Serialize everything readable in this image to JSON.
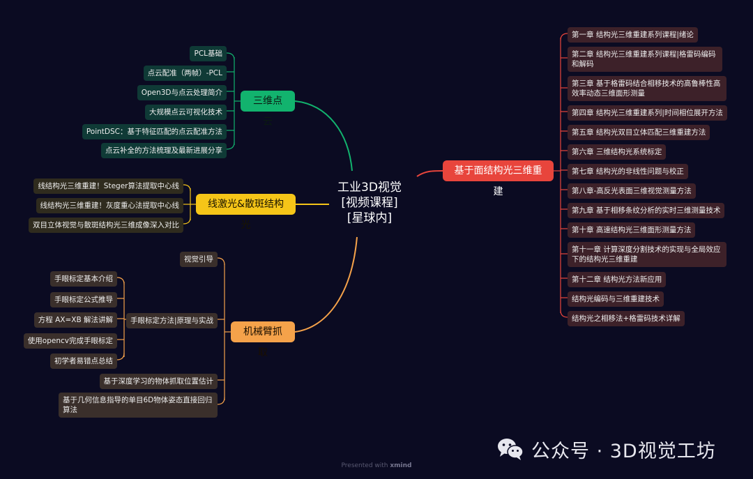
{
  "root": {
    "title": "工业3D视觉\n[视频课程]\n[星球内]"
  },
  "branches": {
    "point_cloud": {
      "label": "三维点云",
      "items": [
        "PCL基础",
        "点云配准（两帧）-PCL",
        "Open3D与点云处理简介",
        "大规模点云可视化技术",
        "PointDSC：基于特征匹配的点云配准方法",
        "点云补全的方法梳理及最新进展分享"
      ]
    },
    "line_laser": {
      "label": "线激光&散斑结构光",
      "items": [
        "线结构光三维重建！Steger算法提取中心线",
        "线结构光三维重建！灰度重心法提取中心线",
        "双目立体视觉与散斑结构光三维成像深入对比"
      ]
    },
    "robot_arm": {
      "label": "机械臂抓取",
      "items": {
        "guide": "视觉引导",
        "calib": "手眼标定方法|原理与实战",
        "calib_items": [
          "手眼标定基本介绍",
          "手眼标定公式推导",
          "方程 AX=XB 解法讲解",
          "使用opencv完成手眼标定",
          "初学者易错点总结"
        ],
        "dl_grasp": "基于深度学习的物体抓取位置估计",
        "geo_6d": "基于几何信息指导的单目6D物体姿态直接回归算法"
      }
    },
    "surface_sl": {
      "label": "基于面结构光三维重建",
      "items": [
        "第一章 结构光三维重建系列课程|绪论",
        "第二章 结构光三维重建系列课程|格雷码编码和解码",
        "第三章 基于格雷码结合相移技术的高鲁棒性高效率动态三维面形测量",
        "第四章 结构光三维重建系列|时间相位展开方法",
        "第五章 结构光双目立体匹配三维重建方法",
        "第六章 三维结构光系统标定",
        "第七章 结构光的非线性问题与校正",
        "第八章-高反光表面三维视觉测量方法",
        "第九章 基于相移条纹分析的实时三维测量技术",
        "第十章 高速结构光三维面形测量方法",
        "第十一章 计算深度分割技术的实现与全局效应下的结构光三维重建",
        "第十二章 结构光方法新应用",
        "结构光编码与三维重建技术",
        "结构光之相移法+格雷码技术详解"
      ]
    }
  },
  "footer": {
    "prefix": "Presented with ",
    "brand": "xmind"
  },
  "watermark": {
    "text": "公众号 · 3D视觉工坊"
  },
  "colors": {
    "green": "#12b36e",
    "yellow": "#f5c518",
    "orange": "#f5a24a",
    "red": "#e8453c",
    "background": "#0b0b22"
  }
}
